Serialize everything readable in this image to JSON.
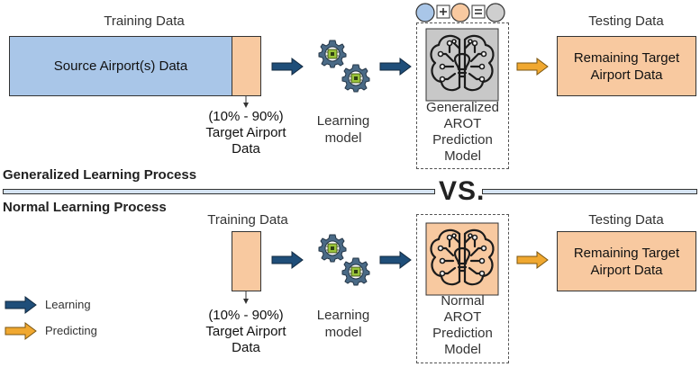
{
  "top": {
    "training_title": "Training Data",
    "source_box": "Source Airport(s) Data",
    "pct": "(10% - 90%)",
    "target_l1": "Target Airport",
    "target_l2": "Data",
    "learning_l1": "Learning",
    "learning_l2": "model",
    "model_l1": "Generalized",
    "model_l2": "AROT",
    "model_l3": "Prediction",
    "model_l4": "Model",
    "testing_title": "Testing Data",
    "remaining_l1": "Remaining Target",
    "remaining_l2": "Airport Data"
  },
  "divider": {
    "generalized_label": "Generalized Learning Process",
    "vs": "VS.",
    "normal_label": "Normal Learning Process"
  },
  "bottom": {
    "training_title": "Training Data",
    "pct": "(10% - 90%)",
    "target_l1": "Target Airport",
    "target_l2": "Data",
    "learning_l1": "Learning",
    "learning_l2": "model",
    "model_l1": "Normal",
    "model_l2": "AROT",
    "model_l3": "Prediction",
    "model_l4": "Model",
    "testing_title": "Testing Data",
    "remaining_l1": "Remaining Target",
    "remaining_l2": "Airport Data"
  },
  "legend": {
    "learning": "Learning",
    "predicting": "Predicting"
  },
  "colors": {
    "source_blue": "#a9c6e8",
    "target_peach": "#f8c9a0",
    "equation_result_gray": "#cfcfcf",
    "learning_arrow": "#1f4e79",
    "predicting_arrow": "#f0a830",
    "gear": "#4a6a86",
    "chip": "#9ac43a"
  },
  "icons": {
    "equation": [
      "blue-circle-icon",
      "plus-icon",
      "peach-circle-icon",
      "equals-icon",
      "gray-circle-icon"
    ],
    "learning_model": "gears-chip-icon",
    "prediction_model": "brain-circuit-icon"
  }
}
